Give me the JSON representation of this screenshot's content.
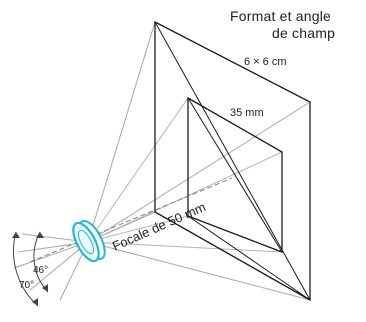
{
  "title": {
    "line1": "Format et angle",
    "line2": "de champ"
  },
  "labels": {
    "format_large": "6 × 6 cm",
    "format_small": "35 mm",
    "focal": "Focale de 50 mm",
    "angle_narrow": "46°",
    "angle_wide": "70°"
  },
  "colors": {
    "lines": "#1a1a1a",
    "rays": "#9a9a9a",
    "lens": "#22b7d6"
  },
  "icons": {
    "lens": "camera-lens-icon"
  }
}
